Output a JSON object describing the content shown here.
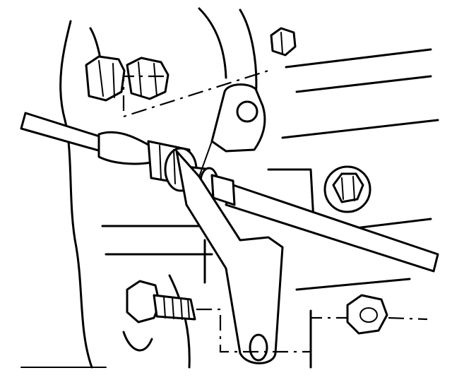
{
  "diagram": {
    "kind": "mechanical line drawing",
    "parts": [
      "transmission-case",
      "shift-cable",
      "cable-end-fitting",
      "cable-mounting-bracket",
      "bracket-bolt",
      "bracket-nut",
      "case-hex-bolt",
      "upper-stud-nut",
      "upper-small-nut"
    ]
  }
}
